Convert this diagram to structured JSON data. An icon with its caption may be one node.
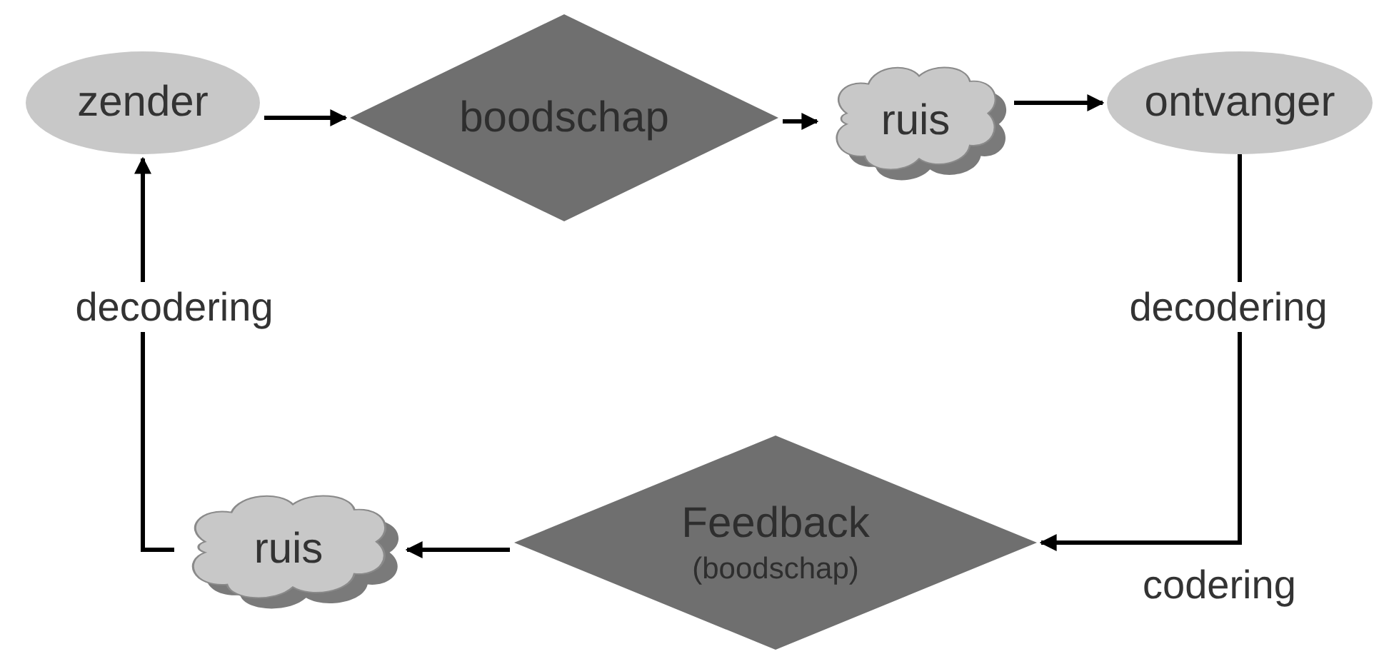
{
  "diagram": {
    "nodes": [
      {
        "text": [
          "zender"
        ]
      },
      {
        "text": [
          "boodschap"
        ]
      },
      {
        "text": [
          "ruis"
        ]
      },
      {
        "text": [
          "ontvanger"
        ]
      },
      {
        "text": [
          "Feedback",
          "(boodschap)"
        ]
      },
      {
        "text": [
          "ruis"
        ]
      }
    ],
    "edges": [
      {
        "from": 0,
        "to": 1,
        "arrow": "to"
      },
      {
        "from": 1,
        "to": 2,
        "arrow": "to"
      },
      {
        "from": 2,
        "to": 3,
        "arrow": "to"
      },
      {
        "from": 3,
        "to": 4,
        "arrow": "to",
        "label": "decodering"
      },
      {
        "from": 4,
        "to": 5,
        "arrow": "to"
      },
      {
        "from": 5,
        "to": 0,
        "arrow": "to",
        "label": "decodering"
      }
    ],
    "labels": [
      "codering"
    ]
  }
}
